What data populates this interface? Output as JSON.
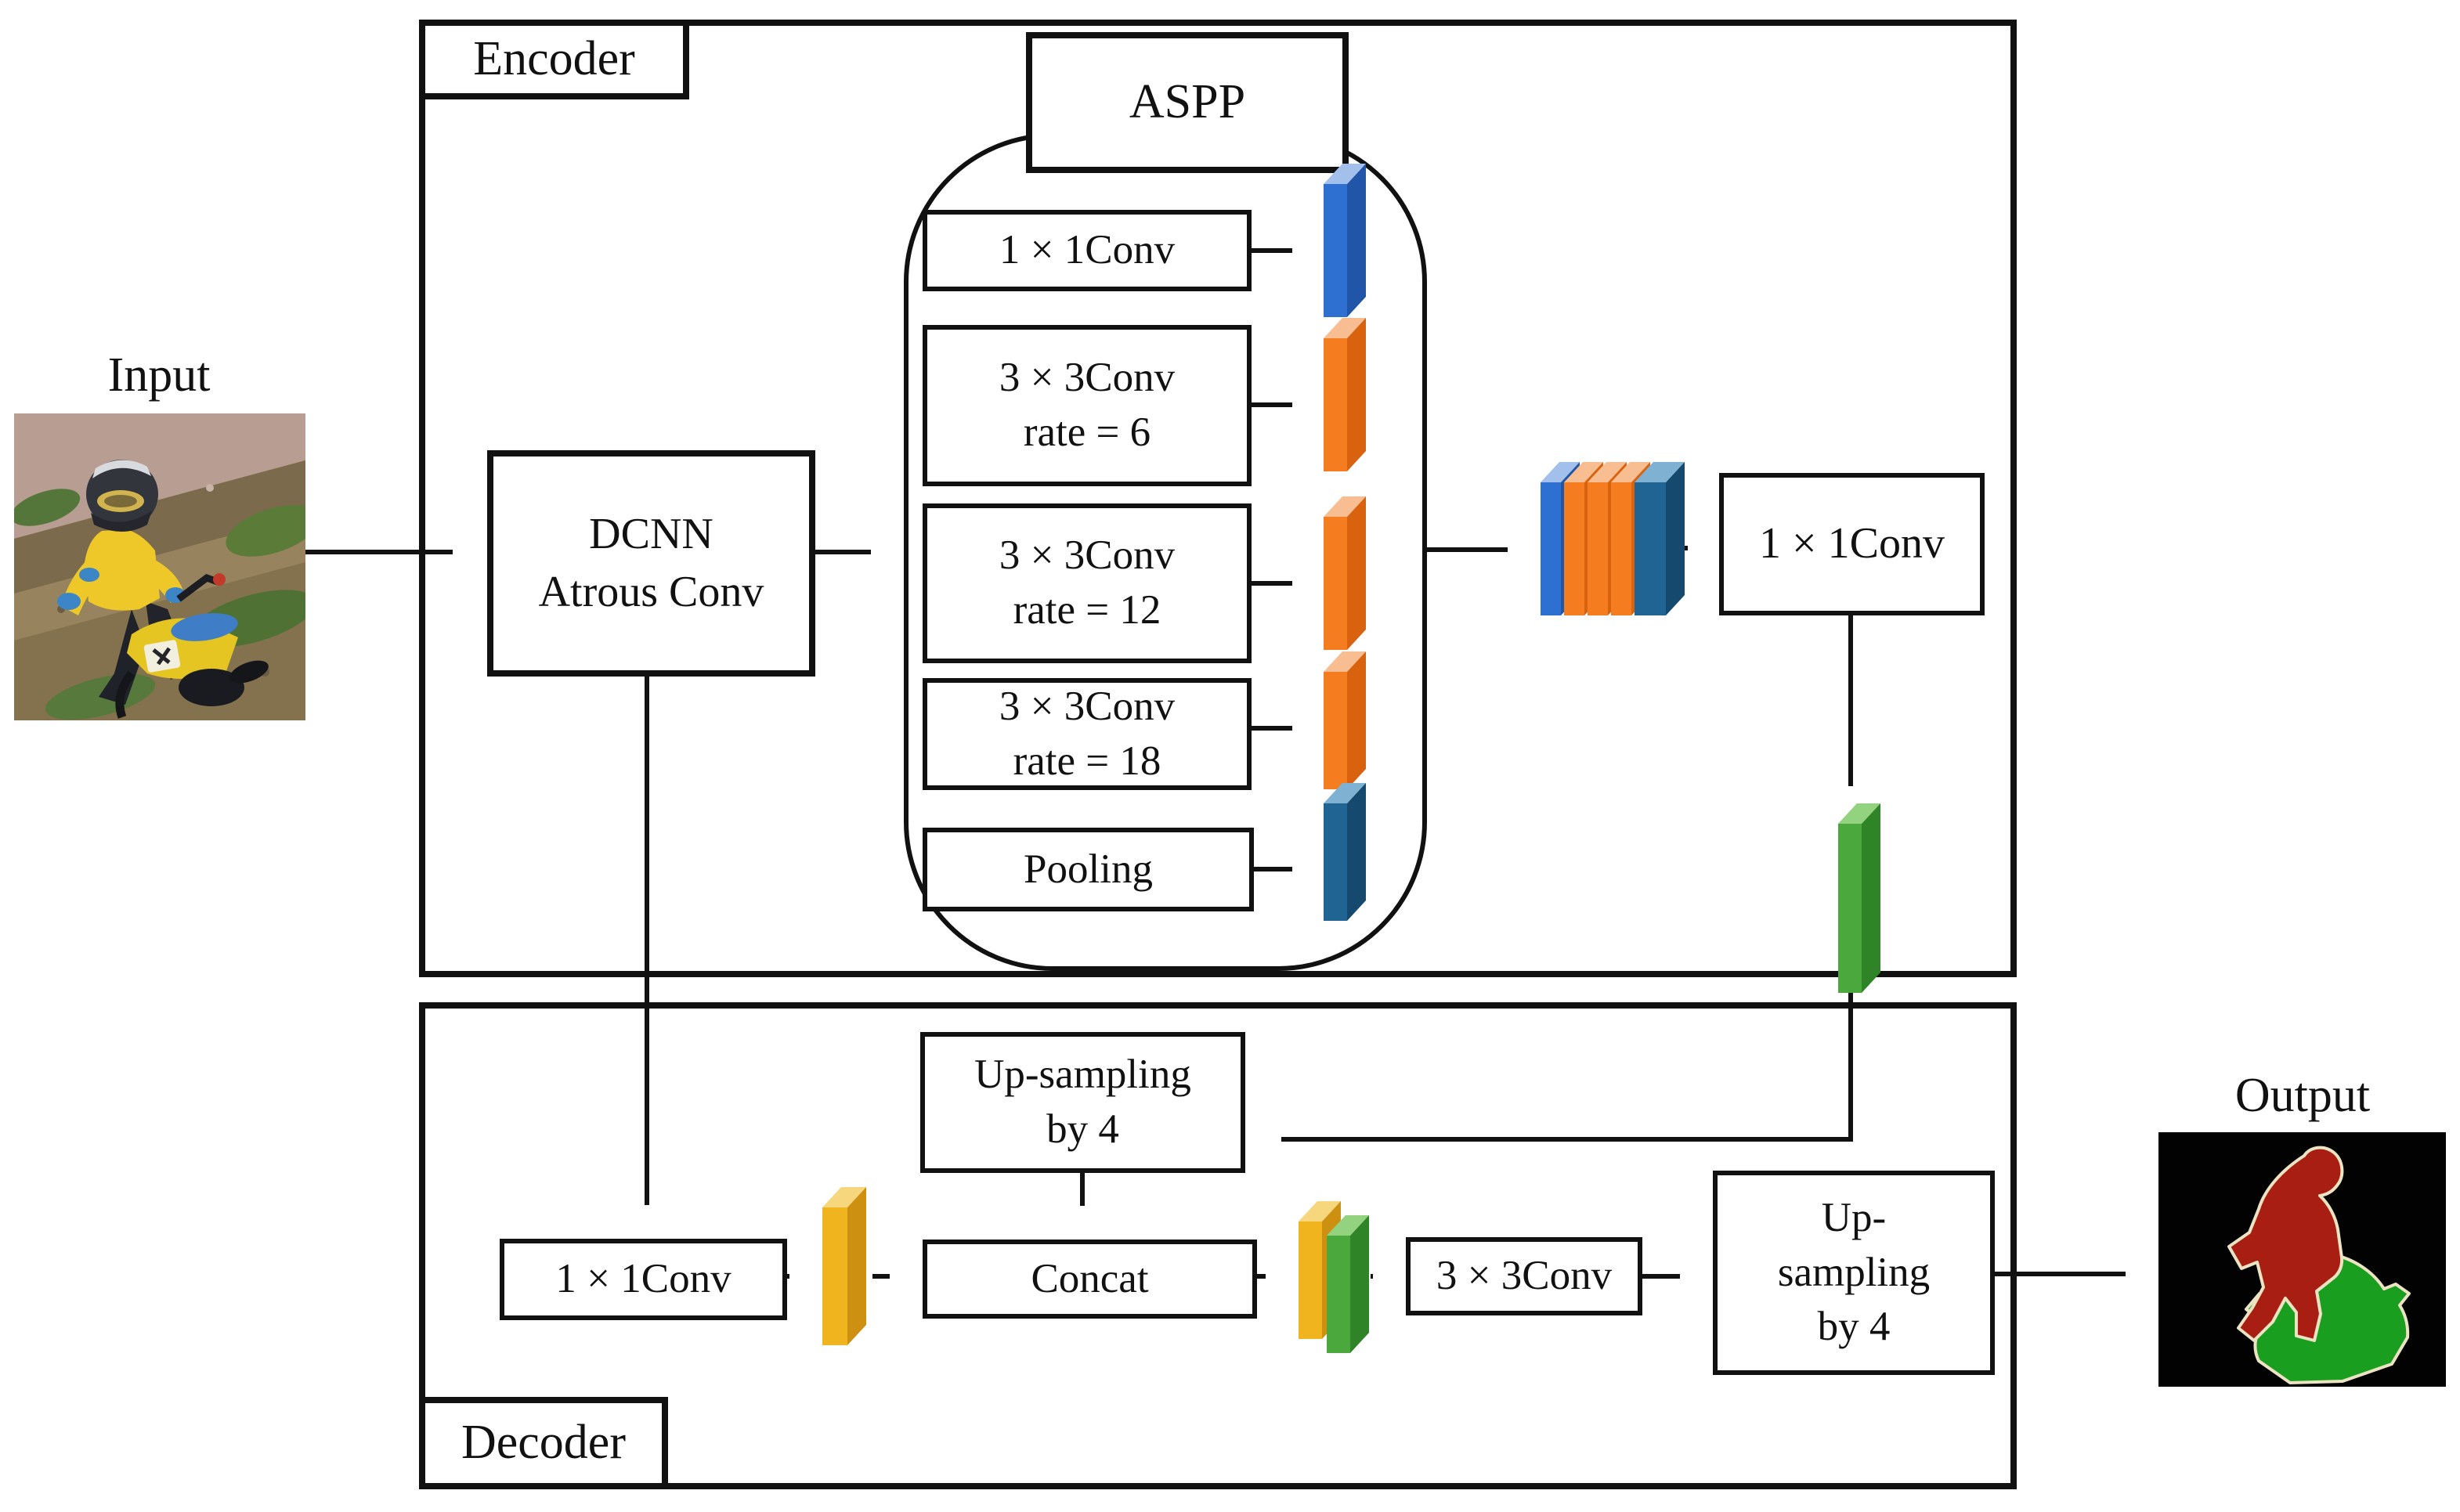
{
  "diagram": {
    "input_label": "Input",
    "output_label": "Output",
    "encoder": {
      "label": "Encoder",
      "dcnn_lines": [
        "DCNN",
        "Atrous Conv"
      ],
      "aspp": {
        "label": "ASPP",
        "branches": [
          {
            "line1": "1 × 1Conv",
            "line2": "",
            "slab": "blue"
          },
          {
            "line1": "3 × 3Conv",
            "line2": "rate = 6",
            "slab": "orange"
          },
          {
            "line1": "3 × 3Conv",
            "line2": "rate = 12",
            "slab": "orange"
          },
          {
            "line1": "3 × 3Conv",
            "line2": "rate = 18",
            "slab": "orange"
          },
          {
            "line1": "Pooling",
            "line2": "",
            "slab": "teal"
          }
        ]
      },
      "post_conv": "1 × 1Conv"
    },
    "decoder": {
      "label": "Decoder",
      "upsample_top_lines": [
        "Up-sampling",
        "by 4"
      ],
      "low_level_conv": "1 × 1Conv",
      "concat": "Concat",
      "conv3x3": "3 × 3Conv",
      "upsample_final_lines": [
        "Up-",
        "sampling",
        "by 4"
      ]
    },
    "colors": {
      "ink": "#111111",
      "slabs": {
        "blue": {
          "front": "#2e6fd2",
          "top": "#a3c0ec",
          "side": "#2055a8"
        },
        "orange": {
          "front": "#f57c1f",
          "top": "#f9bd92",
          "side": "#d9620f"
        },
        "teal": {
          "front": "#1f6492",
          "top": "#7fb2d2",
          "side": "#15496e"
        },
        "green": {
          "front": "#4aa83d",
          "top": "#93d37f",
          "side": "#2f8427"
        },
        "yellow": {
          "front": "#f0b41f",
          "top": "#f7d77d",
          "side": "#cd9010"
        }
      },
      "output": {
        "background": "#020202",
        "person": "#a81e12",
        "vehicle": "#1a9e1f",
        "outline": "#ece3c3"
      }
    }
  }
}
